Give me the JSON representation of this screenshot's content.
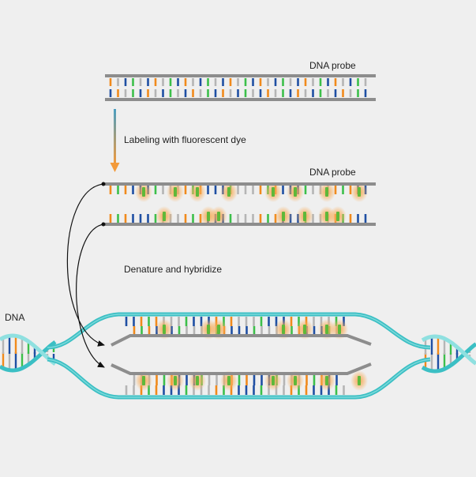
{
  "labels": {
    "probe_top": "DNA probe",
    "labeling_step": "Labeling with fluorescent dye",
    "probe_labeled": "DNA probe",
    "hybridize_step": "Denature and hybridize",
    "dna": "DNA"
  },
  "colors": {
    "background": "#efefef",
    "backbone": "#8d8d8d",
    "dna_backbone": "#3bbfc4",
    "dna_backbone_light": "#8fe0e0",
    "base_orange": "#f08a1c",
    "base_blue": "#1f4fa3",
    "base_green": "#3cbf4a",
    "base_gray": "#b5b5b5",
    "fluor_glow": "#f5a04a",
    "fluor_core": "#5fb83a",
    "arrow_gradient_start": "#4a9ec2",
    "arrow_gradient_end": "#f39a3a",
    "connector": "#111111"
  },
  "icons": [
    "downward-arrow-icon",
    "connector-arrow-icon"
  ]
}
